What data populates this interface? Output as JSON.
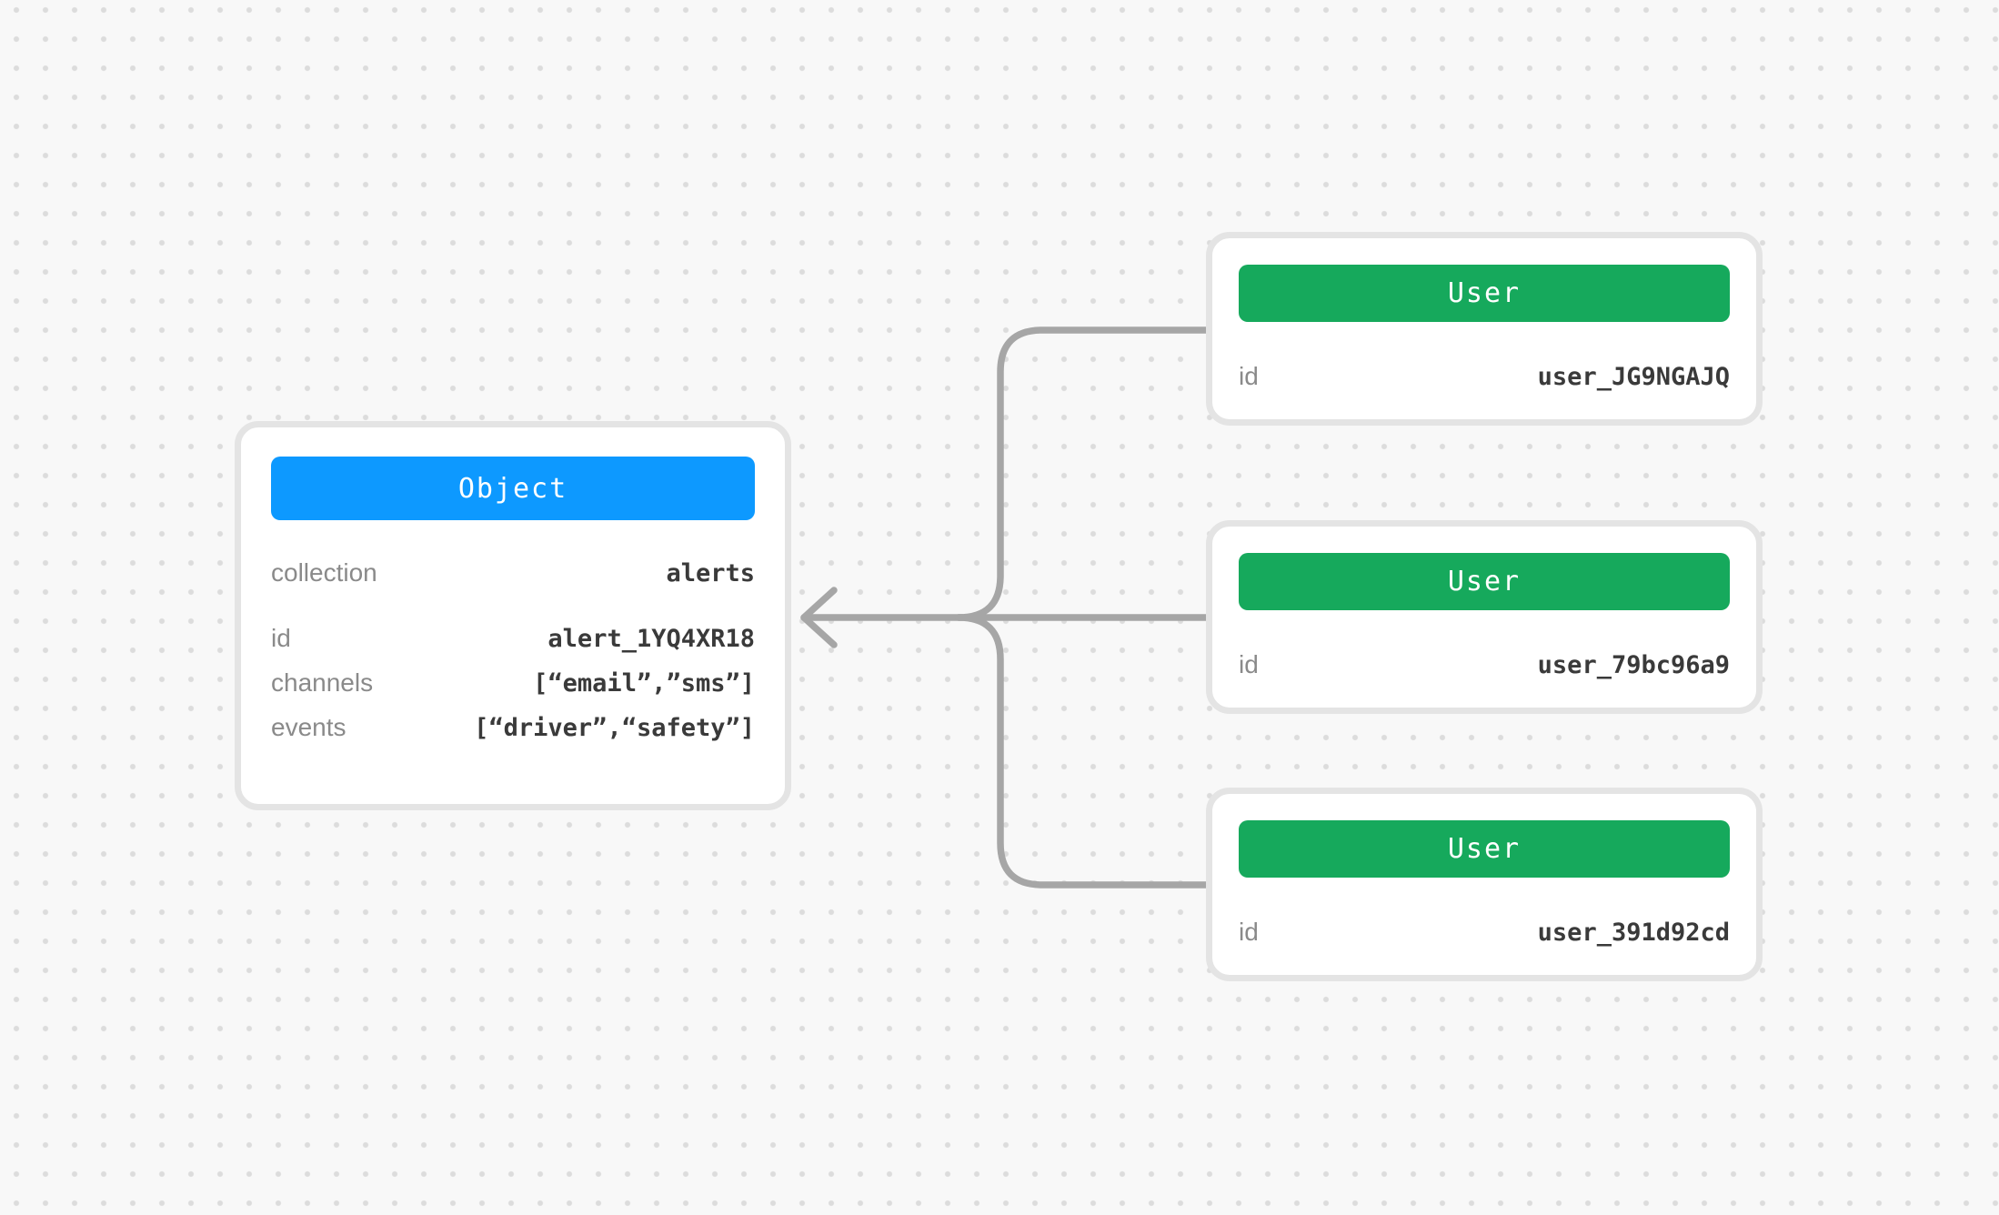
{
  "colors": {
    "canvas_bg": "#f8f8f8",
    "dot": "#dcdcdc",
    "connector": "#a6a6a6",
    "card_border": "#e4e4e4",
    "object_header": "#0d99ff",
    "user_header": "#16a95c",
    "label": "#8a8a8a",
    "value": "#3a3a3a"
  },
  "object_card": {
    "title": "Object",
    "fields": [
      {
        "label": "collection",
        "value": "alerts"
      },
      {
        "label": "id",
        "value": "alert_1YQ4XR18"
      },
      {
        "label": "channels",
        "value": "[“email”,”sms”]"
      },
      {
        "label": "events",
        "value": "[“driver”,“safety”]"
      }
    ]
  },
  "user_cards": [
    {
      "title": "User",
      "fields": [
        {
          "label": "id",
          "value": "user_JG9NGAJQ"
        }
      ]
    },
    {
      "title": "User",
      "fields": [
        {
          "label": "id",
          "value": "user_79bc96a9"
        }
      ]
    },
    {
      "title": "User",
      "fields": [
        {
          "label": "id",
          "value": "user_391d92cd"
        }
      ]
    }
  ]
}
